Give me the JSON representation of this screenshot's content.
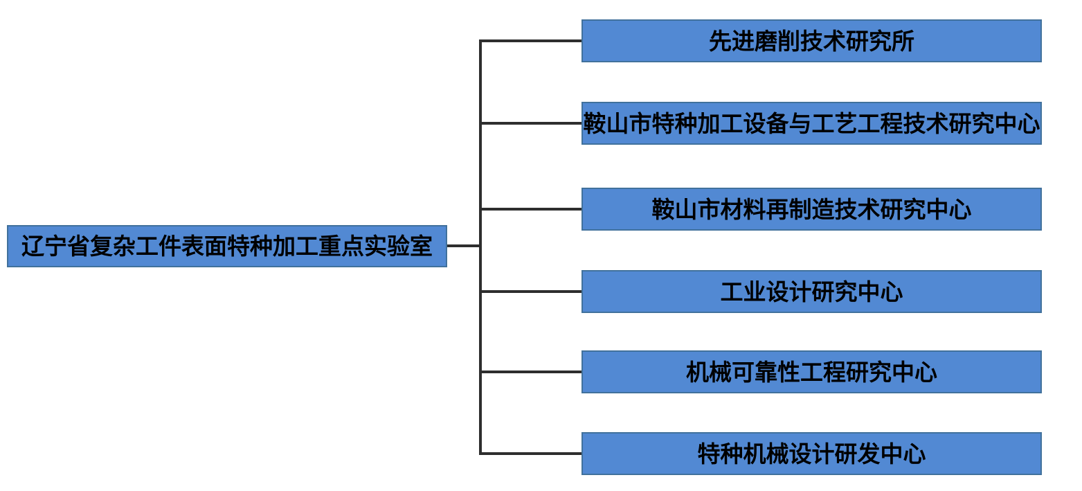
{
  "diagram": {
    "type": "org-chart",
    "root": {
      "label": "辽宁省复杂工件表面特种加工重点实验室"
    },
    "branches": [
      {
        "label": "先进磨削技术研究所"
      },
      {
        "label": "鞍山市特种加工设备与工艺工程技术研究中心"
      },
      {
        "label": "鞍山市材料再制造技术研究中心"
      },
      {
        "label": "工业设计研究中心"
      },
      {
        "label": "机械可靠性工程研究中心"
      },
      {
        "label": "特种机械设计研发中心"
      }
    ],
    "colors": {
      "node_fill": "#5289D3",
      "node_border": "#41719C",
      "connector": "#2E2E2E",
      "text": "#000000",
      "background": "#FFFFFF"
    }
  }
}
